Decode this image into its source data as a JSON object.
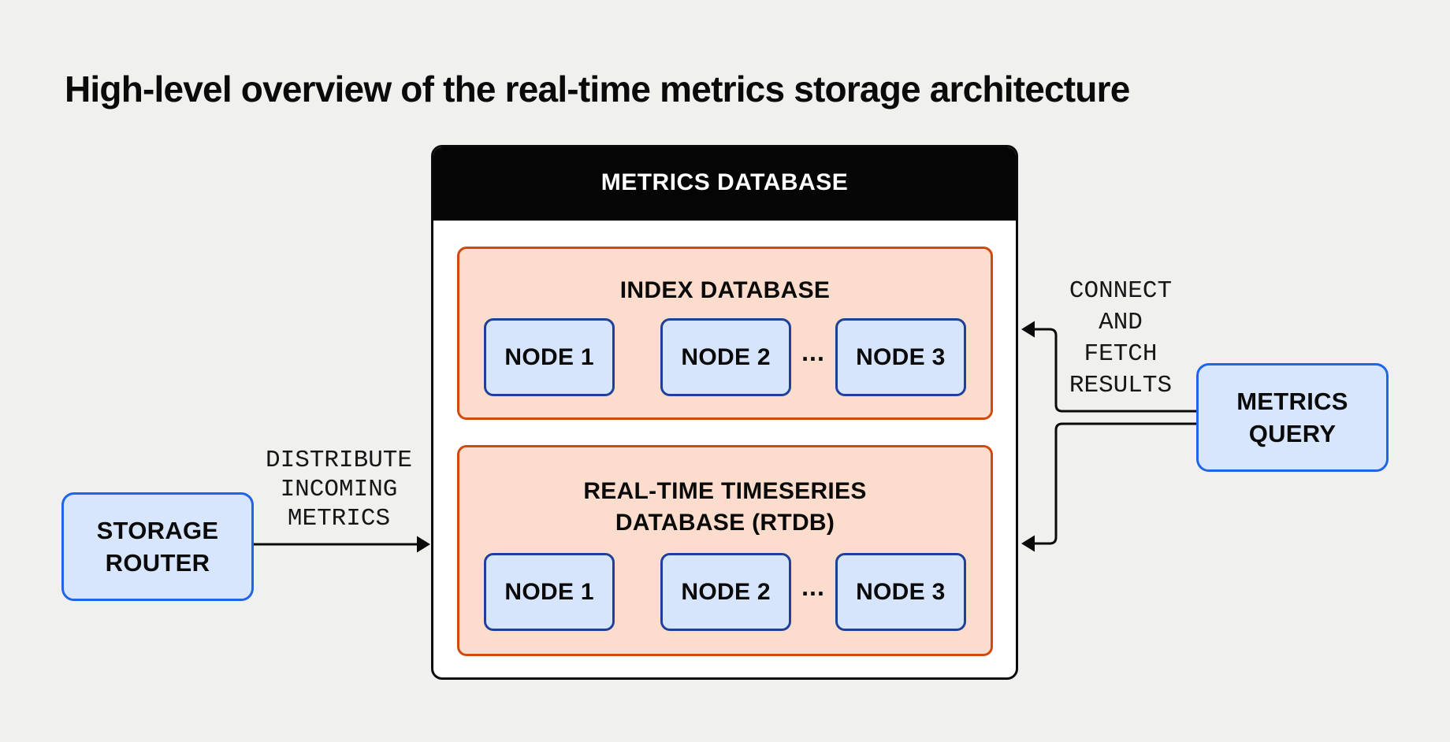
{
  "title": "High-level overview of the real-time metrics storage architecture",
  "database": {
    "header": "METRICS DATABASE",
    "sections": [
      {
        "title_lines": [
          "INDEX DATABASE"
        ],
        "nodes": [
          "NODE 1",
          "NODE 2",
          "NODE 3"
        ],
        "ellipsis": "..."
      },
      {
        "title_lines": [
          "REAL-TIME TIMESERIES",
          "DATABASE (RTDB)"
        ],
        "nodes": [
          "NODE 1",
          "NODE 2",
          "NODE 3"
        ],
        "ellipsis": "..."
      }
    ]
  },
  "storage_router": {
    "label_lines": [
      "STORAGE",
      "ROUTER"
    ]
  },
  "metrics_query": {
    "label_lines": [
      "METRICS",
      "QUERY"
    ]
  },
  "edges": {
    "distribute": {
      "label_lines": [
        "DISTRIBUTE",
        "INCOMING",
        "METRICS"
      ]
    },
    "connect": {
      "label_lines": [
        "CONNECT",
        "AND",
        "FETCH",
        "RESULTS"
      ]
    }
  },
  "colors": {
    "background": "#f0f0ee",
    "container_fill": "#ffffff",
    "container_border": "#0a0a0a",
    "header_fill": "#050505",
    "header_text": "#ffffff",
    "section_fill": "#fcddcd",
    "section_border": "#d1490f",
    "node_fill": "#d7e5fc",
    "node_border": "#1e4099",
    "endpoint_fill": "#d8e6fd",
    "endpoint_border": "#2065e9",
    "arrow": "#0a0a0a",
    "text": "#0a0a0a"
  }
}
